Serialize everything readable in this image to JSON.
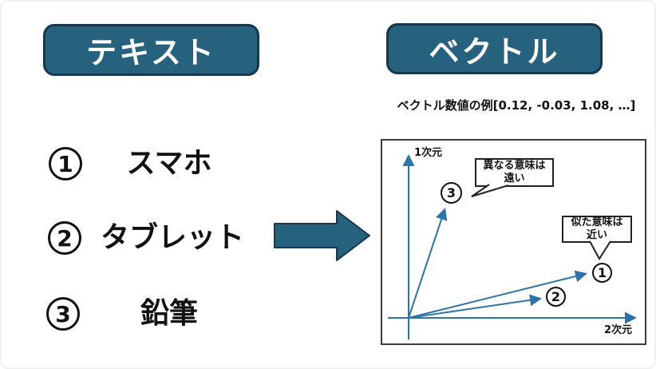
{
  "left": {
    "header": "テキスト",
    "items": [
      {
        "num": "1",
        "label": "スマホ"
      },
      {
        "num": "2",
        "label": "タブレット"
      },
      {
        "num": "3",
        "label": "鉛筆"
      }
    ]
  },
  "right": {
    "header": "ベクトル",
    "caption": "ベクトル数値の例[0.12, -0.03, 1.08, …]",
    "chart": {
      "y_axis_label": "1次元",
      "x_axis_label": "2次元",
      "points": [
        {
          "num": "1"
        },
        {
          "num": "2"
        },
        {
          "num": "3"
        }
      ],
      "bubbles": [
        {
          "line1": "異なる意味は",
          "line2": "遠い"
        },
        {
          "line1": "似た意味は",
          "line2": "近い"
        }
      ],
      "vectors": [
        {
          "id": "1",
          "from": [
            0,
            0
          ],
          "to": [
            223,
            56
          ],
          "note": "long vector close to x-axis"
        },
        {
          "id": "2",
          "from": [
            0,
            0
          ],
          "to": [
            166,
            24
          ],
          "note": "vector close to x-axis, similar direction to 1"
        },
        {
          "id": "3",
          "from": [
            0,
            0
          ],
          "to": [
            45,
            137
          ],
          "note": "steep vector close to y-axis, far from 1 and 2"
        }
      ]
    }
  },
  "colors": {
    "accent": "#26617E",
    "border_navy": "#16384E",
    "axis_blue": "#2E74A4",
    "chart_border": "#3d3d3d"
  }
}
